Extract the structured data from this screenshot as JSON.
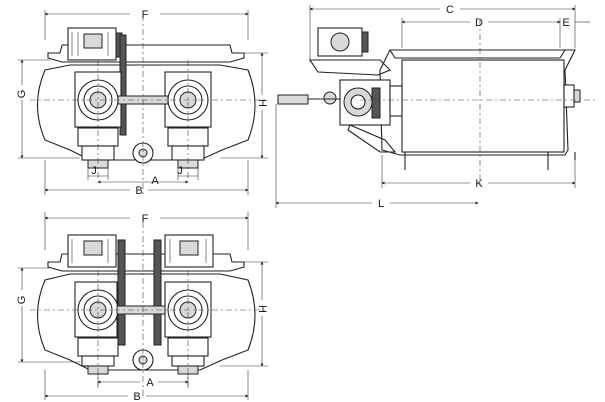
{
  "drawing": {
    "top_view": {
      "F": "F",
      "G": "G",
      "H": "H",
      "J_left": "J",
      "J_right": "J",
      "A": "A",
      "B": "B"
    },
    "side_view": {
      "C": "C",
      "D": "D",
      "E": "E",
      "K": "K",
      "L": "L"
    },
    "bottom_view": {
      "F": "F",
      "G": "G",
      "H": "H",
      "A": "A",
      "B": "B"
    }
  }
}
